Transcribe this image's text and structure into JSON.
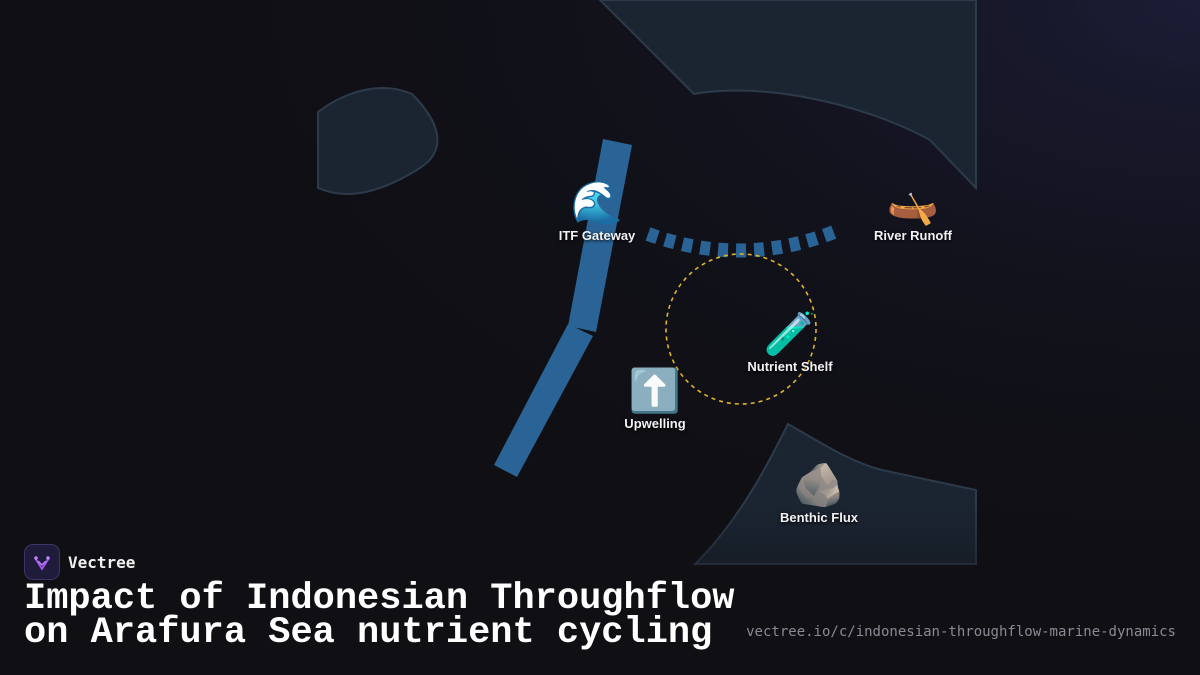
{
  "map": {
    "land_color": "#1b2532",
    "coast_color": "#2c3a4a",
    "current_color": "#2a6496",
    "highlight_color": "#e0b42a"
  },
  "markers": [
    {
      "id": "itf-gateway",
      "icon": "water-wave-icon",
      "emoji": "🌊",
      "label": "ITF Gateway"
    },
    {
      "id": "river-runoff",
      "icon": "canoe-icon",
      "emoji": "🛶",
      "label": "River Runoff"
    },
    {
      "id": "nutrient-shelf",
      "icon": "test-tube-icon",
      "emoji": "🧪",
      "label": "Nutrient Shelf"
    },
    {
      "id": "upwelling",
      "icon": "up-arrow-icon",
      "emoji": "⬆️",
      "label": "Upwelling"
    },
    {
      "id": "benthic-flux",
      "icon": "rock-icon",
      "emoji": "🪨",
      "label": "Benthic Flux"
    }
  ],
  "brand": {
    "name": "Vectree",
    "icon": "vectree-logo-icon",
    "accent": "#a855f7"
  },
  "title": "Impact of Indonesian Throughflow on Arafura Sea nutrient cycling",
  "url": "vectree.io/c/indonesian-throughflow-marine-dynamics"
}
